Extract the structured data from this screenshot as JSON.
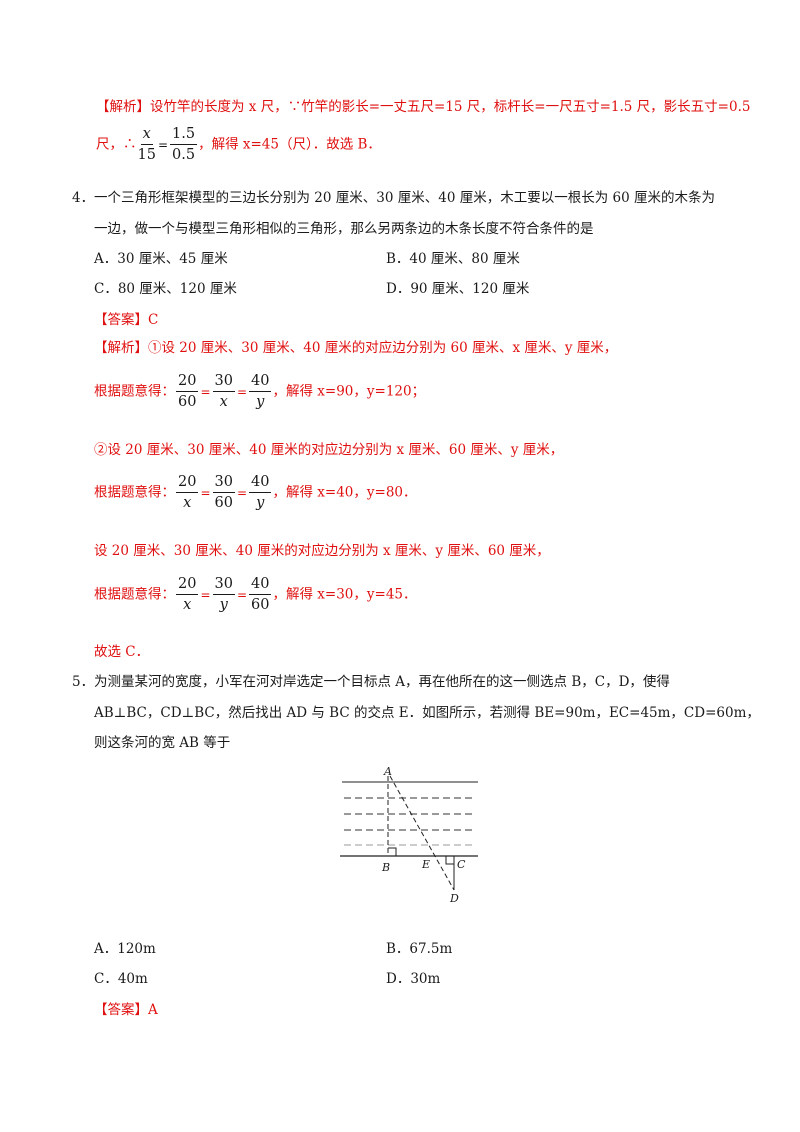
{
  "q3": {
    "analysis_line1": "【解析】设竹竿的长度为 x 尺，∵竹竿的影长=一丈五尺=15 尺，标杆长=一尺五寸=1.5 尺，影长五寸=0.5",
    "analysis_line2_a": "尺，∴",
    "frac_left": {
      "num": "x",
      "den": "15"
    },
    "frac_right": {
      "num": "1.5",
      "den": "0.5"
    },
    "analysis_line2_b": "，解得 x=45（尺）．故选 B．"
  },
  "q4": {
    "number": "4．",
    "stem_line1": "一个三角形框架模型的三边长分别为 20 厘米、30 厘米、40 厘米，木工要以一根长为 60 厘米的木条为",
    "stem_line2": "一边，做一个与模型三角形相似的三角形，那么另两条边的木条长度不符合条件的是",
    "options": {
      "A": "A．30 厘米、45 厘米",
      "B": "B．40 厘米、80 厘米",
      "C": "C．80 厘米、120 厘米",
      "D": "D．90 厘米、120 厘米"
    },
    "answer": "【答案】C",
    "analysis_case1": "【解析】①设 20 厘米、30 厘米、40 厘米的对应边分别为 60 厘米、x 厘米、y 厘米，",
    "eq1": {
      "prefix": "根据题意得：",
      "f1": {
        "num": "20",
        "den": "60"
      },
      "f2": {
        "num": "30",
        "den": "x"
      },
      "f3": {
        "num": "40",
        "den": "y"
      },
      "suffix": "，解得 x=90，y=120；"
    },
    "analysis_case2": "②设 20 厘米、30 厘米、40 厘米的对应边分别为 x 厘米、60 厘米、y 厘米，",
    "eq2": {
      "prefix": "根据题意得：",
      "f1": {
        "num": "20",
        "den": "x"
      },
      "f2": {
        "num": "30",
        "den": "60"
      },
      "f3": {
        "num": "40",
        "den": "y"
      },
      "suffix": "，解得 x=40，y=80．"
    },
    "analysis_case3": "设 20 厘米、30 厘米、40 厘米的对应边分别为 x 厘米、y 厘米、60 厘米，",
    "eq3": {
      "prefix": "根据题意得：",
      "f1": {
        "num": "20",
        "den": "x"
      },
      "f2": {
        "num": "30",
        "den": "y"
      },
      "f3": {
        "num": "40",
        "den": "60"
      },
      "suffix": "，解得 x=30，y=45．"
    },
    "conclusion": "故选 C．"
  },
  "q5": {
    "number": "5．",
    "stem_line1": "为测量某河的宽度，小军在河对岸选定一个目标点 A，再在他所在的这一侧选点 B，C，D，使得",
    "stem_line2": "AB⊥BC，CD⊥BC，然后找出 AD 与 BC 的交点 E．如图所示，若测得 BE=90m，EC=45m，CD=60m，",
    "stem_line3": "则这条河的宽 AB 等于",
    "figure_labels": {
      "A": "A",
      "B": "B",
      "C": "C",
      "D": "D",
      "E": "E"
    },
    "options": {
      "A": "A．120m",
      "B": "B．67.5m",
      "C": "C．40m",
      "D": "D．30m"
    },
    "answer": "【答案】A"
  }
}
